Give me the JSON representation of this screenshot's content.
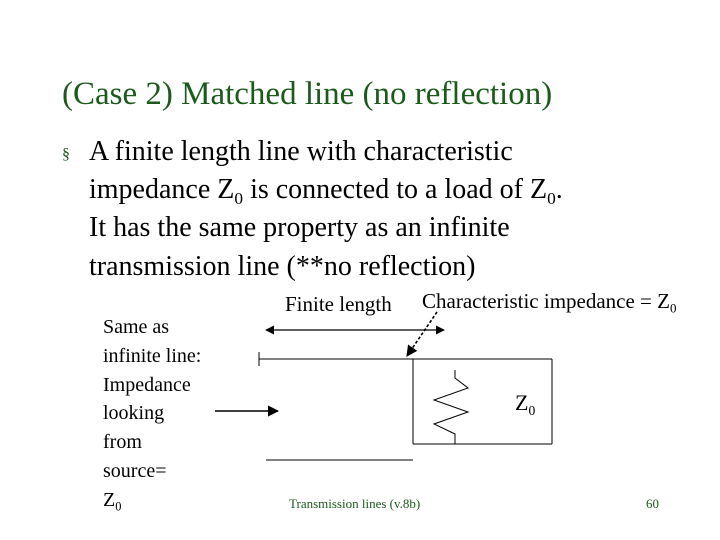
{
  "slide": {
    "title": "(Case 2) Matched line (no reflection)",
    "bullet": {
      "marker": "§",
      "line1": "A finite length line with characteristic",
      "line2_pre": "impedance  Z",
      "line2_sub": "0",
      "line2_mid": " is connected to a load of Z",
      "line2_sub2": "0",
      "line2_post": ".",
      "line3": "It has the same property as an infinite",
      "line4": "transmission line (**no reflection)"
    },
    "side_note": {
      "line1": "Same as",
      "line2": "infinite line:",
      "line3": "Impedance",
      "line4": "looking",
      "line5": "from",
      "line6": "source=",
      "line7_main": "Z",
      "line7_sub": "0"
    }
  },
  "diagram": {
    "finite_length_label": "Finite length",
    "char_impedance_label": "Characteristic impedance = Z",
    "char_impedance_sub": "0",
    "load_label_main": "Z",
    "load_label_sub": "0"
  },
  "footer": {
    "center": "Transmission lines (v.8b)",
    "page": "60"
  },
  "colors": {
    "title": "#1a5a1a",
    "text": "#000000"
  }
}
